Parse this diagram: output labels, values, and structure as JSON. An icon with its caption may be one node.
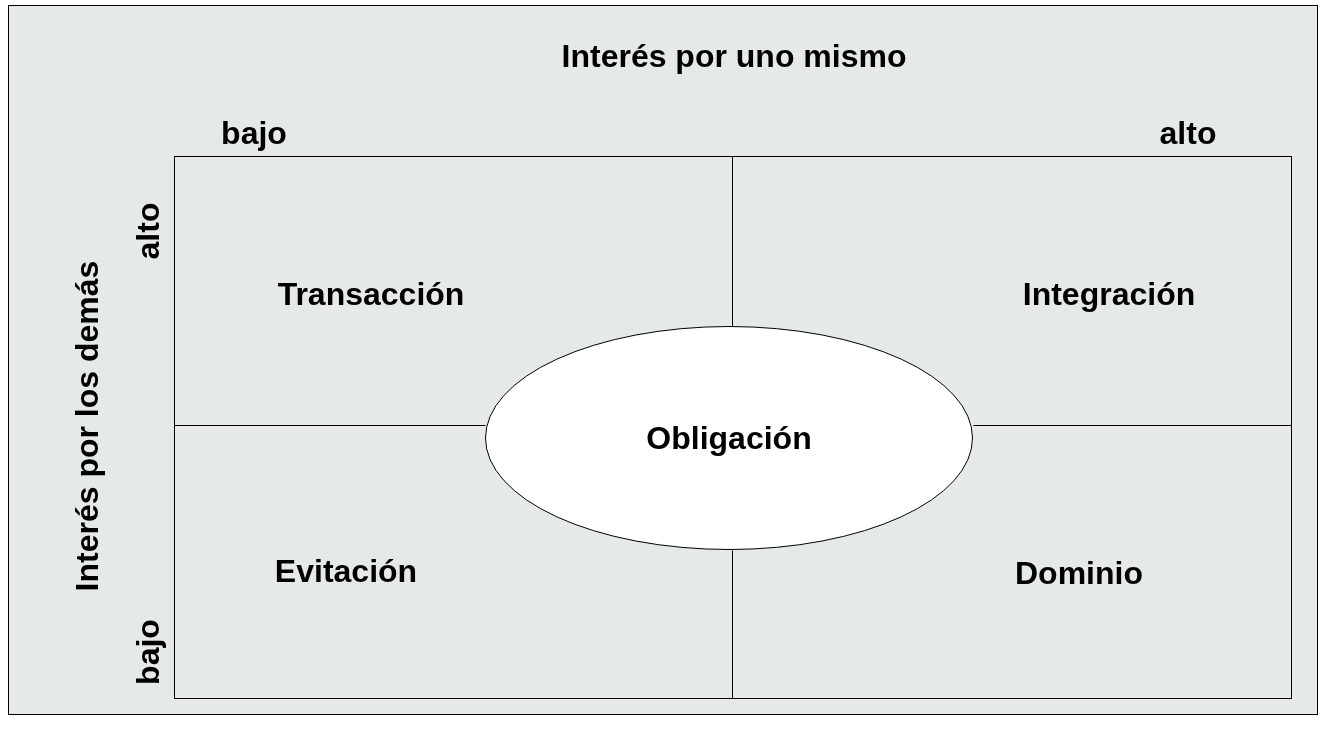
{
  "diagram": {
    "title": "Interés por uno mismo",
    "nodes": [
      {
        "text": [
          "Transacción"
        ]
      },
      {
        "text": [
          "Integración"
        ]
      },
      {
        "text": [
          "Evitación"
        ]
      },
      {
        "text": [
          "Dominio"
        ]
      },
      {
        "text": [
          "Obligación"
        ]
      }
    ],
    "labels": [
      "bajo",
      "alto",
      "Interés por los demás",
      "alto",
      "bajo"
    ]
  }
}
